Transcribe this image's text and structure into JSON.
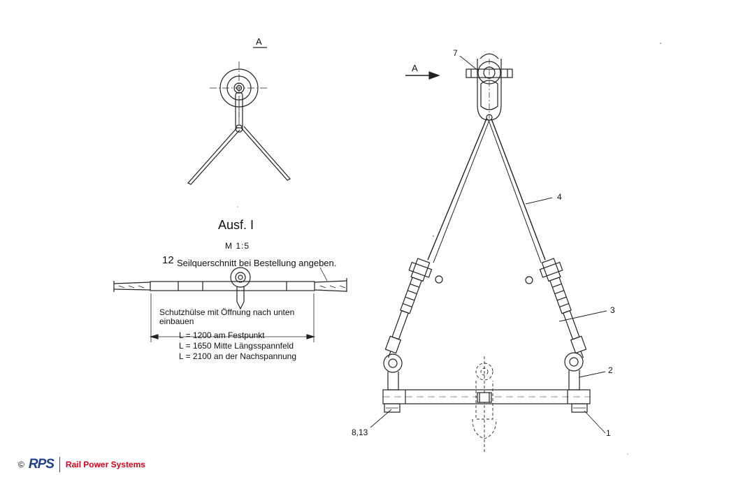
{
  "view_marker": "A",
  "arrow_marker": "A",
  "detail_title": "Ausf. I",
  "scale": "M 1:5",
  "note_number": "12",
  "note_text": "Seilquerschnitt bei Bestellung angeben.",
  "sleeve_note_line1": "Schutzhülse mit Öffnung nach unten",
  "sleeve_note_line2": "einbauen",
  "lengths": [
    "L = 1200 am Festpunkt",
    "L = 1650 Mitte Längsspannfeld",
    "L = 2100 an der Nachspannung"
  ],
  "part_labels": {
    "p7": "7",
    "p4": "4",
    "p3": "3",
    "p2": "2",
    "p1": "1",
    "p813": "8,13"
  },
  "footer": {
    "copyright": "©",
    "logo": "RPS",
    "company": "Rail Power Systems",
    "brand_blue": "#1f3f8f",
    "brand_red": "#e2001a"
  }
}
